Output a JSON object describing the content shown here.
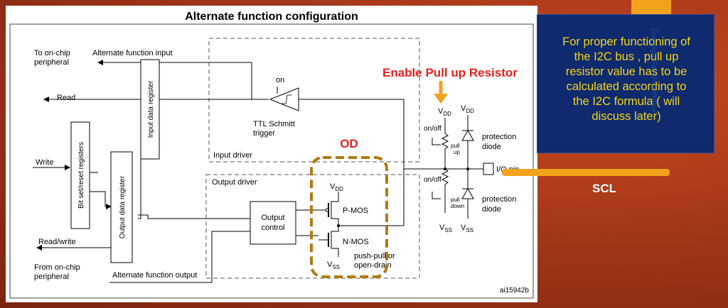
{
  "diagram": {
    "title": "Alternate function configuration",
    "labels": {
      "to_onchip": [
        "To on-chip",
        "peripheral"
      ],
      "alt_func_input": "Alternate function input",
      "read": "Read",
      "write": "Write",
      "read_write": "Read/write",
      "from_onchip": [
        "From on-chip",
        "peripheral"
      ],
      "alt_func_output": "Alternate function output",
      "input_data_register": "Input data register",
      "bit_setreset_registers": "Bit set/reset registers",
      "output_data_register": "Output data register",
      "on": "on",
      "ttl_schmitt": [
        "TTL Schmitt",
        "trigger"
      ],
      "input_driver": "Input driver",
      "output_driver": "Output driver",
      "output_control": [
        "Output",
        "control"
      ],
      "vdd": "V",
      "vdd_sub": "DD",
      "vss": "V",
      "vss_sub": "SS",
      "pmos": "P-MOS",
      "nmos": "N-MOS",
      "push_pull": [
        "push-pull or",
        "open-drain"
      ],
      "on_off": "on/off",
      "pull_up": [
        "pull",
        "up"
      ],
      "pull_down": [
        "pull",
        "down"
      ],
      "protection_diode": [
        "protection",
        "diode"
      ],
      "io_pin": "I/O pin",
      "figure_id": "ai15942b"
    }
  },
  "annotations": {
    "enable_pullup": "Enable Pull up Resistor",
    "od": "OD",
    "scl": "SCL",
    "note_lines": [
      "For proper functioning of",
      "the I2C bus , pull up",
      "resistor value has to be",
      "calculated according to",
      "the I2C formula ( will",
      "discuss later)"
    ],
    "watermark": "Copyright FastBit Software"
  },
  "colors": {
    "annotation_red": "#e8201c",
    "od_brown": "#b07a12",
    "accent_orange": "#f3a21c",
    "note_bg": "#0f2a6e",
    "note_text": "#f5d51a"
  }
}
